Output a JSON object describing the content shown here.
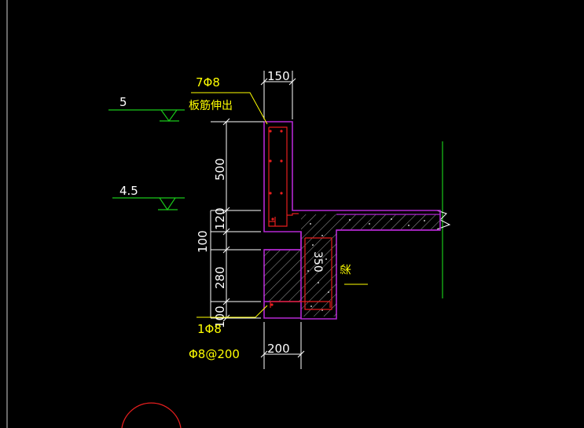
{
  "colors": {
    "background": "#000000",
    "concrete_outline": "#b428d2",
    "rebar": "#e61e1e",
    "dimension": "#ffffff",
    "annotation": "#ffff00",
    "level_marker": "#19c819",
    "grid_line": "#19c819"
  },
  "annotations": {
    "rebar_top": "7Φ8",
    "rebar_note": "板筋伸出",
    "rebar_bottom": "1Φ8",
    "stirrup": "Φ8@200",
    "beam_label": "梁"
  },
  "dimensions": {
    "top_width": "150",
    "bottom_width": "200",
    "left_height_500": "500",
    "left_height_120": "120",
    "left_height_100": "100",
    "left_height_280": "280",
    "left_height_bottom_100": "100",
    "beam_depth": "350"
  },
  "levels": [
    {
      "value": "5"
    },
    {
      "value": "4.5"
    }
  ]
}
